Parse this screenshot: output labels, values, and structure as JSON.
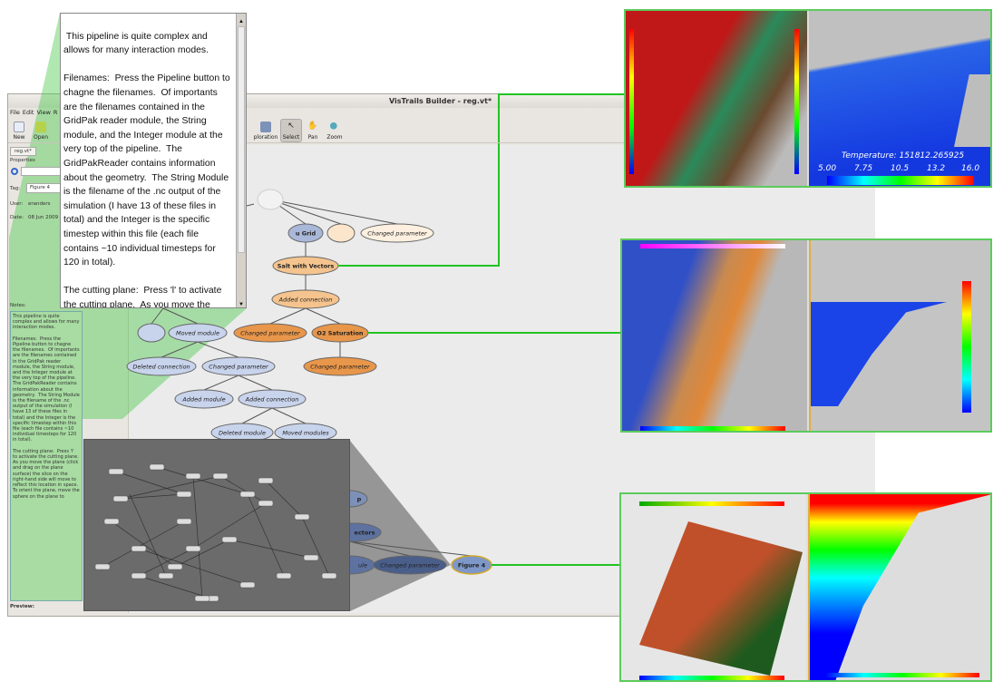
{
  "window": {
    "title": "VisTrails Builder - reg.vt*",
    "menu": [
      "File",
      "Edit",
      "View",
      "R"
    ],
    "toolbar": {
      "new": "New",
      "open": "Open",
      "exploration": "ploration",
      "select": "Select",
      "pan": "Pan",
      "zoom": "Zoom"
    },
    "tab": "reg.vt*",
    "properties": {
      "header": "Properties",
      "tag_label": "Tag:",
      "tag": "Figure 4",
      "user_label": "User:",
      "user": "eranders",
      "date_label": "Date:",
      "date": "08 Jun 2009",
      "notes_label": "Notes:",
      "preview_label": "Preview:"
    }
  },
  "notes_text": "This pipeline is quite complex and allows for many interaction modes.\n\nFilenames:  Press the Pipeline button to chagne the filenames.  Of importants are the filenames contained in the GridPak reader module, the String module, and the Integer module at the very top of the pipeline.  The GridPakReader contains information about the geometry.  The String Module is the filename of the .nc output of the simulation (I have 13 of these files in total) and the Integer is the specific timestep within this file (each file contains ~10 individual timesteps for 120 in total).\n\nThe cutting plane:  Press 'l' to activate the cutting plane.  As you move the plane (click and drag on the plane surface) the slice on the right-hand side will move to reflect this location in space.  To orient the plane, move the sphere on the plane to",
  "graph": {
    "u_grid": "u Grid",
    "changed_parameter": "Changed parameter",
    "salt": "Salt with Vectors",
    "added_connection": "Added connection",
    "o2": "O2 Saturation",
    "moved_module": "Moved module",
    "deleted_connection": "Deleted connection",
    "added_module": "Added module",
    "deleted_module": "Deleted module",
    "moved_modules": "Moved modules",
    "frag_p": "p",
    "frag_vectors": "ectors",
    "frag_module": "ule",
    "figure4": "Figure 4"
  },
  "viz": {
    "temperature_label": "Temperature:  151812.265925",
    "ticks": [
      "5.00",
      "7.75",
      "10.5",
      "13.2",
      "16.0"
    ]
  },
  "colors": {
    "link": "#22c322",
    "accent": "#5ccb5c"
  }
}
